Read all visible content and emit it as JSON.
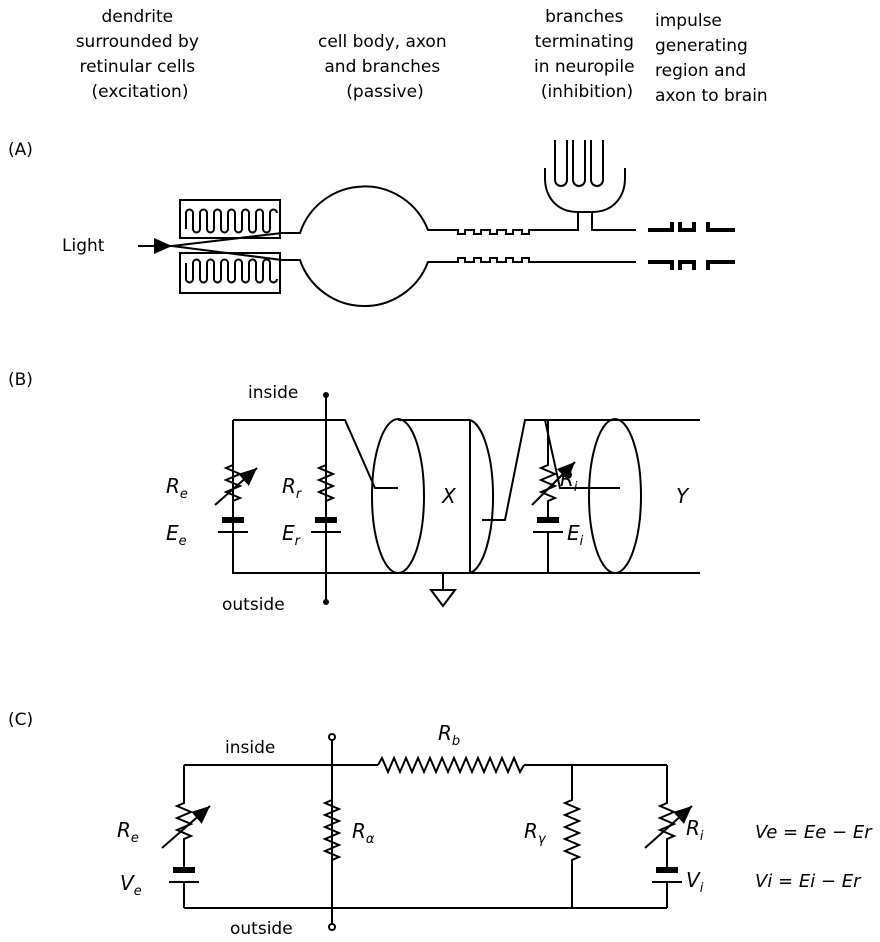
{
  "header": {
    "col1": [
      "dendrite",
      "surrounded by",
      "retinular cells",
      "(excitation)"
    ],
    "col2": [
      "cell body, axon",
      "and branches",
      "(passive)"
    ],
    "col3": [
      "branches",
      "terminating",
      "in neuropile",
      "(inhibition)"
    ],
    "col4": [
      "impulse",
      "generating",
      "region and",
      "axon to brain"
    ]
  },
  "panels": {
    "a": {
      "label": "(A)",
      "light": "Light"
    },
    "b": {
      "label": "(B)",
      "inside": "inside",
      "outside": "outside",
      "x": "X",
      "y": "Y",
      "Re": "R",
      "Re_sub": "e",
      "Ee": "E",
      "Ee_sub": "e",
      "Rr": "R",
      "Rr_sub": "r",
      "Er": "E",
      "Er_sub": "r",
      "Ri": "R",
      "Ri_sub": "i",
      "Ei": "E",
      "Ei_sub": "i"
    },
    "c": {
      "label": "(C)",
      "inside": "inside",
      "outside": "outside",
      "Rb": "R",
      "Rb_sub": "b",
      "Ra": "R",
      "Ra_sub": "α",
      "Rg": "R",
      "Rg_sub": "γ",
      "Re": "R",
      "Re_sub": "e",
      "Ve": "V",
      "Ve_sub": "e",
      "Ri": "R",
      "Ri_sub": "i",
      "Vi": "V",
      "Vi_sub": "i",
      "eq1": "Ve = Ee − Er",
      "eq2": "Vi = Ei − Er"
    }
  }
}
